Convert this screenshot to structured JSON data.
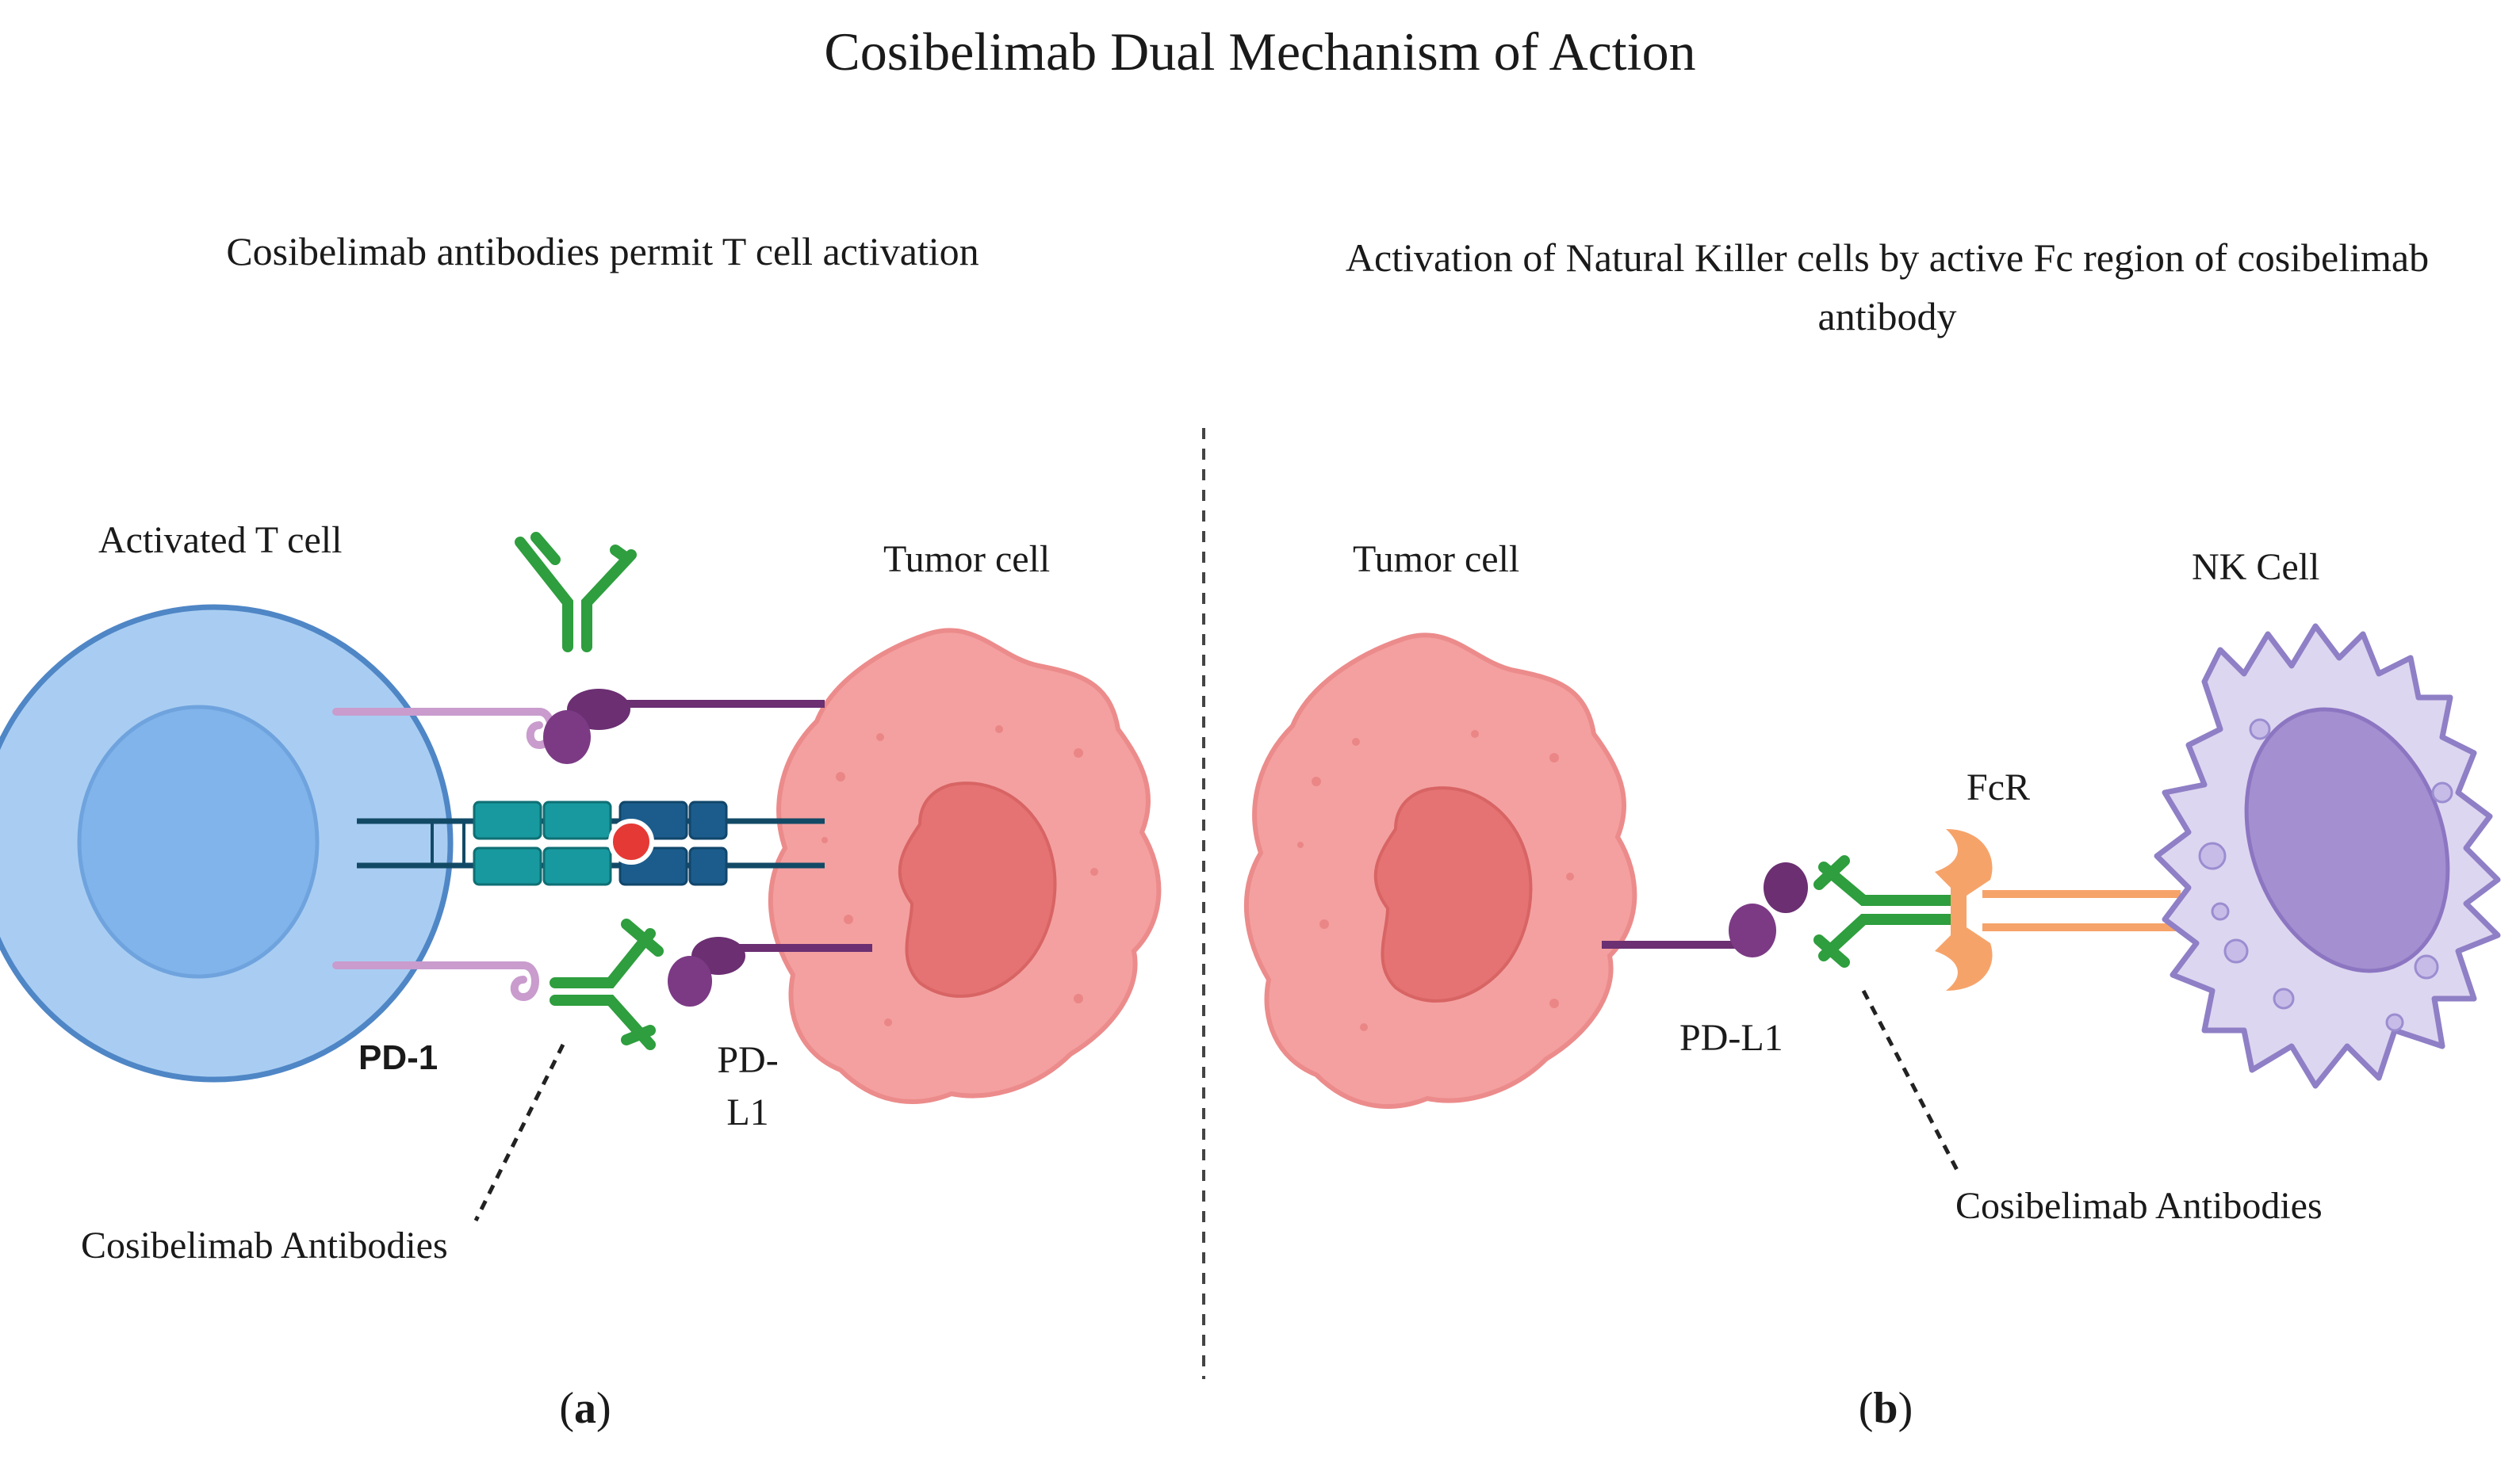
{
  "title": "Cosibelimab Dual Mechanism of Action",
  "panel_a": {
    "subtitle": "Cosibelimab antibodies permit T cell activation",
    "label_tcell": "Activated T cell",
    "label_tumor": "Tumor cell",
    "label_pd1": "PD-1",
    "label_pdl1": "PD-L1",
    "label_pdl1_line1": "PD-",
    "label_pdl1_line2": "L1",
    "label_antibodies": "Cosibelimab Antibodies",
    "panel_letter": "a"
  },
  "panel_b": {
    "subtitle": "Activation of Natural Killer cells by active Fc region of cosibelimab antibody",
    "label_tumor": "Tumor cell",
    "label_nk": "NK Cell",
    "label_fcr": "FcR",
    "label_pdl1": "PD-L1",
    "label_antibodies": "Cosibelimab Antibodies",
    "panel_letter": "b"
  },
  "colors": {
    "tcell_outer": "#a9cdf2",
    "tcell_inner": "#80b4ea",
    "tumor": "#f4a0a0",
    "tumor_nucleus": "#e57373",
    "antibody": "#2e9e3e",
    "pd1": "#c99ccd",
    "pdl1": "#6b2f72",
    "tcr": "#17999f",
    "mhc": "#1b5c8c",
    "fcr": "#f6a36a",
    "nk_cell": "#ddd6f0",
    "nk_nucleus": "#a48fd0"
  }
}
